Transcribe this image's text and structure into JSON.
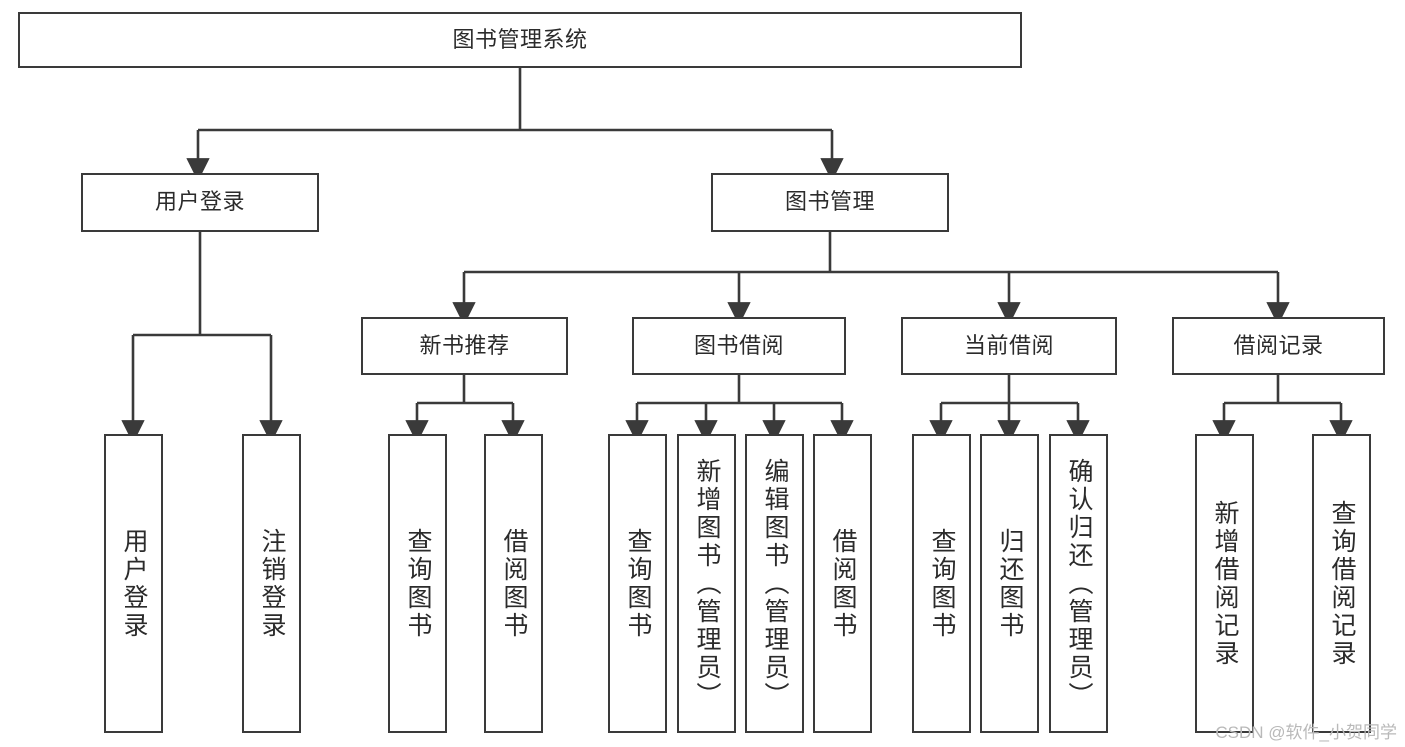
{
  "diagram": {
    "title": "图书管理系统",
    "type": "tree-hierarchy",
    "watermark": "CSDN @软件_小贺同学",
    "stroke_color": "#3a3a3a",
    "text_color": "#2b2b2b",
    "background_color": "#ffffff"
  },
  "nodes": {
    "root": {
      "label": "图书管理系统"
    },
    "level2": [
      {
        "label": "用户登录"
      },
      {
        "label": "图书管理"
      }
    ],
    "level3": [
      {
        "label": "新书推荐"
      },
      {
        "label": "图书借阅"
      },
      {
        "label": "当前借阅"
      },
      {
        "label": "借阅记录"
      }
    ],
    "leaves": {
      "user_login": [
        {
          "label": "用户登录"
        },
        {
          "label": "注销登录"
        }
      ],
      "new_book_recommend": [
        {
          "label": "查询图书"
        },
        {
          "label": "借阅图书"
        }
      ],
      "book_borrow": [
        {
          "label": "查询图书"
        },
        {
          "label": "新增图书（管理员）"
        },
        {
          "label": "编辑图书（管理员）"
        },
        {
          "label": "借阅图书"
        }
      ],
      "current_borrow": [
        {
          "label": "查询图书"
        },
        {
          "label": "归还图书"
        },
        {
          "label": "确认归还（管理员）"
        }
      ],
      "borrow_record": [
        {
          "label": "新增借阅记录"
        },
        {
          "label": "查询借阅记录"
        }
      ]
    }
  }
}
